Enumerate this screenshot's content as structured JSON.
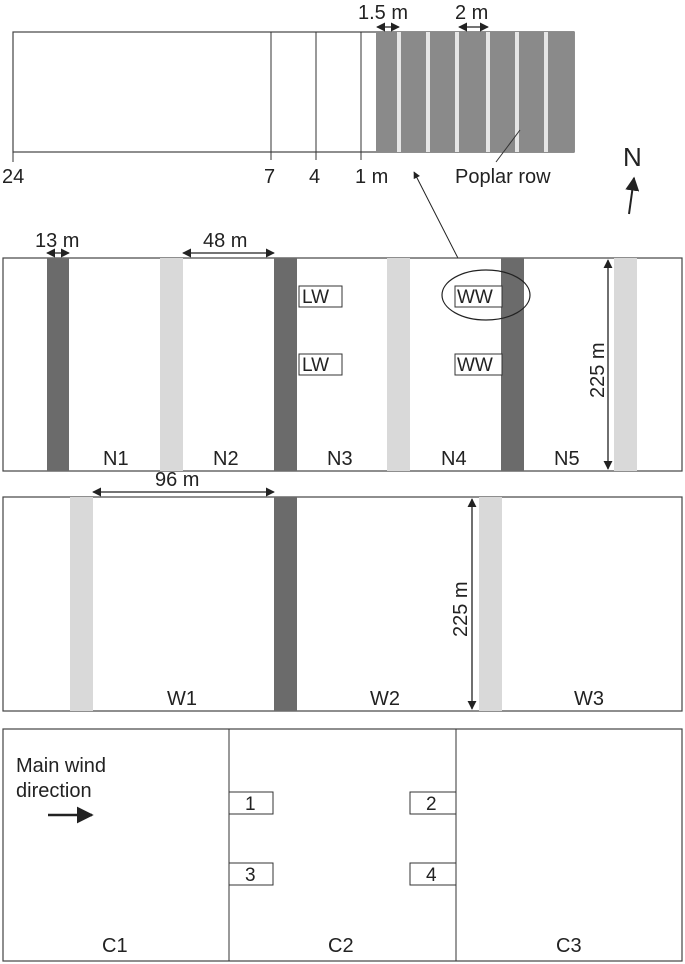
{
  "colors": {
    "dark_strip": "#6b6b6b",
    "light_strip": "#d9d9d9",
    "poplar_block": "#8a8a8a",
    "line": "#222222"
  },
  "top": {
    "dist_1_5": "1.5 m",
    "dist_2": "2 m",
    "tick_24": "24",
    "tick_7": "7",
    "tick_4": "4",
    "tick_1m": "1 m",
    "poplar": "Poplar row",
    "north": "N"
  },
  "north_panel": {
    "dim_13": "13 m",
    "dim_48": "48 m",
    "dim_225": "225 m",
    "lw_top": "LW",
    "lw_bottom": "LW",
    "ww_top": "WW",
    "ww_bottom": "WW",
    "plots": [
      "N1",
      "N2",
      "N3",
      "N4",
      "N5"
    ]
  },
  "west_panel": {
    "dim_96": "96 m",
    "dim_225": "225 m",
    "plots": [
      "W1",
      "W2",
      "W3"
    ]
  },
  "control_panel": {
    "wind_line1": "Main wind",
    "wind_line2": "direction",
    "boxes": [
      "1",
      "2",
      "3",
      "4"
    ],
    "plots": [
      "C1",
      "C2",
      "C3"
    ]
  }
}
